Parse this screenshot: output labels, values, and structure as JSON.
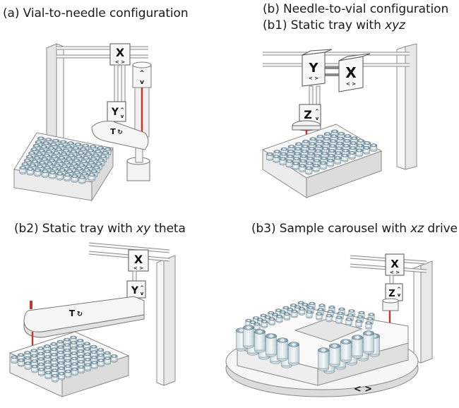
{
  "labels": {
    "a": "(a) Vial-to-needle configuration",
    "b": "(b) Needle-to-vial configuration",
    "b1_prefix": "(b1) Static tray with ",
    "b1_axes": "xyz",
    "b2_prefix": "(b2) Static tray with ",
    "b2_axes": "xy",
    "b2_suffix": " theta",
    "b3_prefix": "(b3) Sample carousel with ",
    "b3_axes": "xz",
    "b3_suffix": " drive"
  },
  "axis_marks": {
    "x": "X",
    "y": "Y",
    "z": "Z",
    "theta": "T",
    "lr_arrow": "< >",
    "up": "^",
    "down": "v"
  },
  "colors": {
    "structure": "#f2f2f2",
    "outline": "#8a8a8a",
    "shadow": "#d2d2d2",
    "vial_cap": "#9fb7c4",
    "vial_body": "#e4ecef",
    "needle": "#c0392b"
  }
}
